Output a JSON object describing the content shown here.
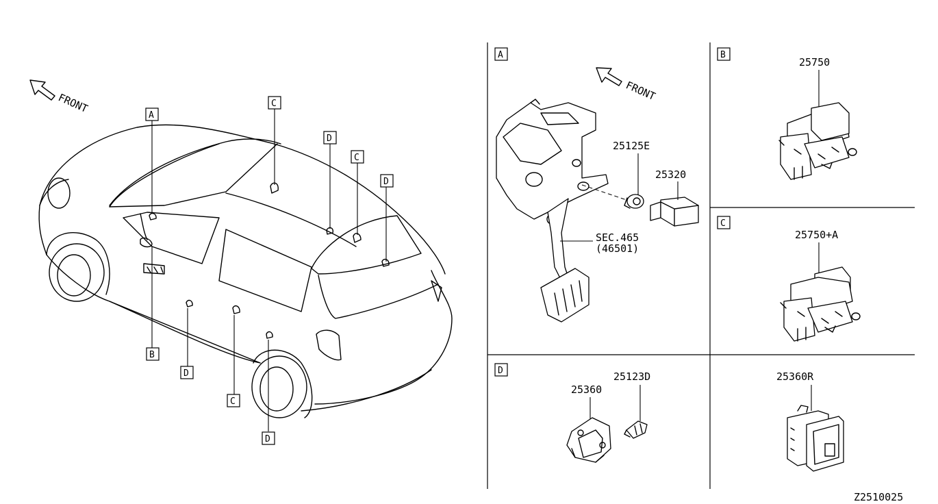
{
  "main_view": {
    "front_label": "FRONT",
    "callouts": {
      "a": "A",
      "b": "B",
      "c1": "C",
      "c2": "C",
      "c3": "C",
      "d1": "D",
      "d2": "D",
      "d3": "D",
      "d4": "D"
    }
  },
  "panel_a": {
    "tag": "A",
    "front_label": "FRONT",
    "parts": [
      {
        "number": "25125E"
      },
      {
        "number": "25320"
      }
    ],
    "sec_ref": {
      "line1": "SEC.465",
      "line2": "(46501)"
    }
  },
  "panel_b": {
    "tag": "B",
    "part_number": "25750"
  },
  "panel_c": {
    "tag": "C",
    "part_number": "25750+A"
  },
  "panel_d": {
    "tag": "D",
    "parts": [
      {
        "number": "25360"
      },
      {
        "number": "25123D"
      }
    ]
  },
  "panel_e": {
    "part_number": "25360R"
  },
  "diagram_code": "Z2510025"
}
